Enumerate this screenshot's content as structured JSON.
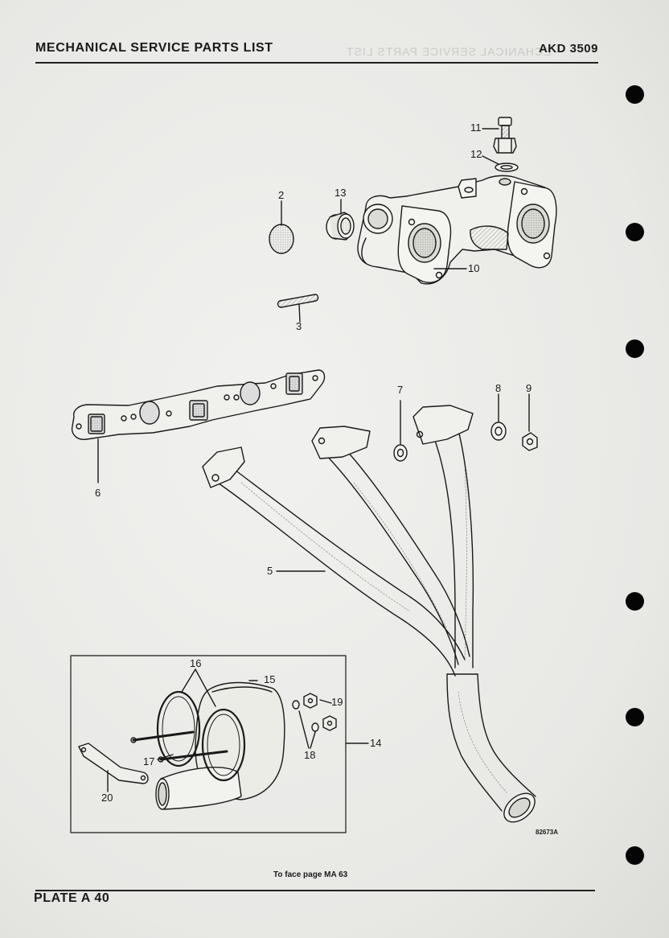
{
  "header": {
    "title": "MECHANICAL SERVICE PARTS LIST",
    "code": "AKD 3509"
  },
  "footer": {
    "plate": "PLATE A 40",
    "face_page": "To face page MA 63",
    "figure_code": "82673A"
  },
  "callouts": [
    "2",
    "3",
    "5",
    "6",
    "7",
    "8",
    "9",
    "10",
    "11",
    "12",
    "13",
    "14",
    "15",
    "16",
    "17",
    "18",
    "19",
    "20"
  ],
  "colors": {
    "ink": "#1a1a1a",
    "paper": "#ececea",
    "punch_hole": "#050505"
  }
}
